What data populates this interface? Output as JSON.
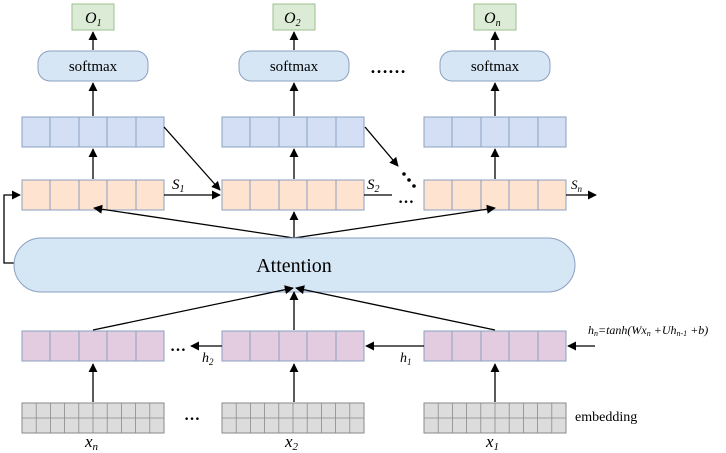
{
  "outputs": {
    "o1": {
      "base": "O",
      "sub": "1"
    },
    "o2": {
      "base": "O",
      "sub": "2"
    },
    "on": {
      "base": "O",
      "sub": "n"
    }
  },
  "softmax_label": "softmax",
  "top_ellipsis": "……",
  "states": {
    "s1": {
      "base": "S",
      "sub": "1"
    },
    "s2": {
      "base": "S",
      "sub": "2"
    },
    "sn": {
      "base": "S",
      "sub": "n"
    }
  },
  "attention_label": "Attention",
  "hidden": {
    "h2": {
      "base": "h",
      "sub": "2"
    },
    "h1": {
      "base": "h",
      "sub": "1"
    }
  },
  "formula": {
    "p1": "h",
    "p1sub": "n",
    "p2": "=tanh(Wx",
    "p2sub": "n",
    "p3": " +Uh",
    "p3sub": "n-1",
    "p4": " +b)"
  },
  "embedding_label": "embedding",
  "inputs": {
    "xn": {
      "base": "x",
      "sub": "n"
    },
    "x2": {
      "base": "x",
      "sub": "2"
    },
    "x1": {
      "base": "x",
      "sub": "1"
    }
  },
  "ellipsis": "…",
  "colors": {
    "output_box": "#dcebd6",
    "softmax": "#d6e6f5",
    "blue_row": "#d4dff5",
    "orange_row": "#fde3d0",
    "attention": "#d5e6f4",
    "purple_row": "#e3cce0",
    "embedding": "#dcdcdc",
    "stroke": "#8aa0c0"
  }
}
